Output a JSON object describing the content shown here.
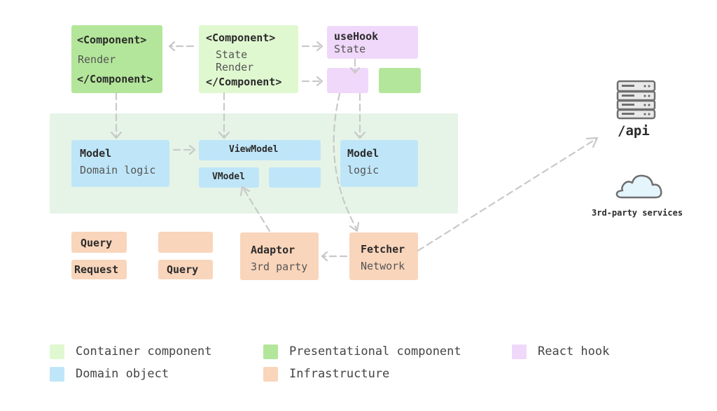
{
  "colors": {
    "container": "#e0f8d0",
    "presentational": "#b3e69a",
    "hook": "#f0d8fa",
    "domain": "#bfe6f8",
    "infrastructure": "#f9d5bb",
    "domain_area": "#e5f4e7",
    "arrow": "#c9c9c9"
  },
  "presentational_component": {
    "open_tag": "<Component>",
    "body": "Render",
    "close_tag": "</Component>"
  },
  "container_component": {
    "open_tag": "<Component>",
    "line1": "State",
    "line2": "Render",
    "close_tag": "</Component>"
  },
  "use_hook": {
    "title": "useHook",
    "body": "State"
  },
  "model_left": {
    "title": "Model",
    "body": "Domain logic"
  },
  "view_model": {
    "title": "ViewModel"
  },
  "vmodel": {
    "title": "VModel"
  },
  "model_right": {
    "title": "Model",
    "body": "logic"
  },
  "infra": {
    "query_1": "Query",
    "request": "Request",
    "query_2": "Query",
    "adaptor_title": "Adaptor",
    "adaptor_body": "3rd party",
    "fetcher_title": "Fetcher",
    "fetcher_body": "Network"
  },
  "api": {
    "icon": "server-icon",
    "label": "/api"
  },
  "third_party": {
    "icon": "cloud-icon",
    "label": "3rd-party services"
  },
  "legend": {
    "container": "Container component",
    "presentational": "Presentational component",
    "hook": "React hook",
    "domain": "Domain object",
    "infrastructure": "Infrastructure"
  }
}
